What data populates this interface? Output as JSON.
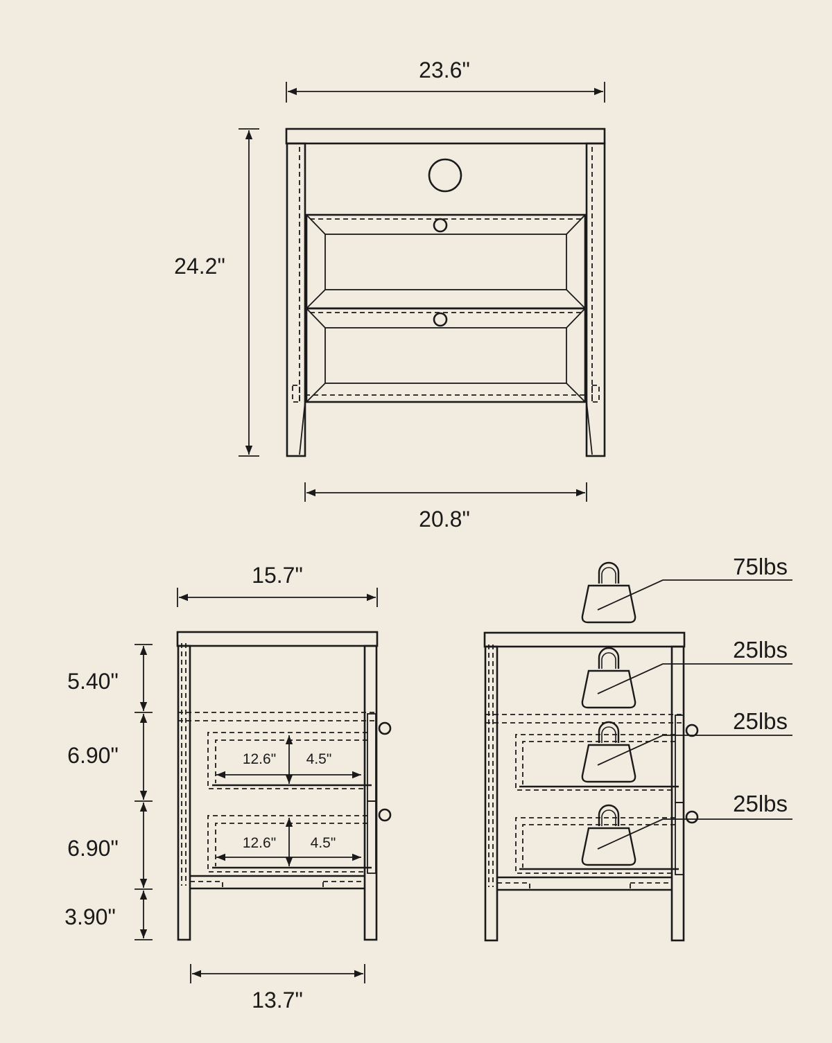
{
  "front_view": {
    "top_width": "23.6\"",
    "height": "24.2\"",
    "bottom_width": "20.8\""
  },
  "side_view": {
    "depth": "15.7\"",
    "inner_depth": "13.7\"",
    "segment_heights": [
      "5.40\"",
      "6.90\"",
      "6.90\"",
      "3.90\""
    ],
    "drawers": [
      {
        "length": "12.6\"",
        "height": "4.5\""
      },
      {
        "length": "12.6\"",
        "height": "4.5\""
      }
    ]
  },
  "load_view": {
    "loads": [
      "75lbs",
      "25lbs",
      "25lbs",
      "25lbs"
    ]
  }
}
